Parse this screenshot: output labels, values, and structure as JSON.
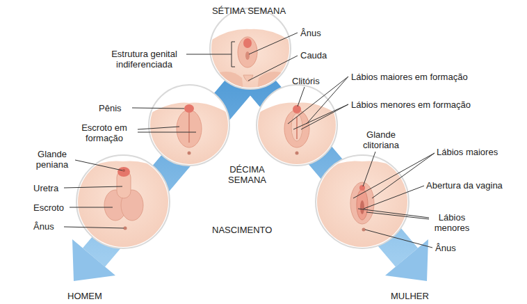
{
  "diagram": {
    "labels": [
      "SÉTIMA SEMANA",
      "Estrutura genital indiferenciada",
      "Ânus",
      "Cauda",
      "Pênis",
      "Clitóris",
      "Lábios maiores em formação",
      "Escroto em formação",
      "Lábios menores em formação",
      "Glande peniana",
      "DÉCIMA SEMANA",
      "Glande clitoriana",
      "Lábios maiores",
      "Uretra",
      "Abertura da vagina",
      "Escroto",
      "Lábios menores",
      "Ânus",
      "NASCIMENTO",
      "Ânus",
      "HOMEM",
      "MULHER"
    ]
  }
}
